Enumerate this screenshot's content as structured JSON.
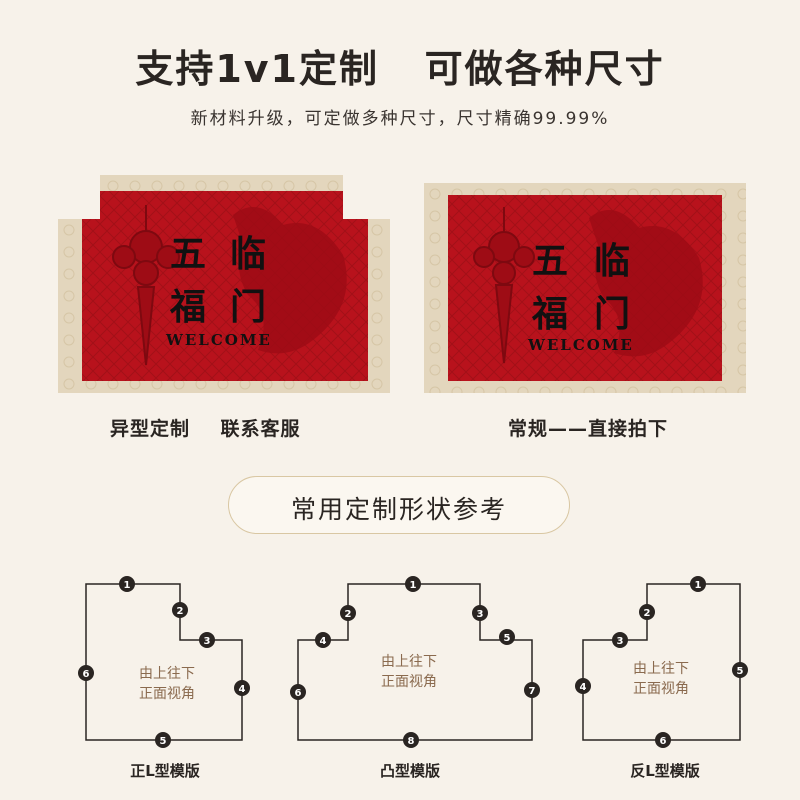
{
  "header": {
    "title": "支持1v1定制   可做各种尺寸",
    "subtitle": "新材料升级，可定做多种尺寸，尺寸精确99.99%"
  },
  "mats": {
    "left": {
      "chars": [
        "五",
        "临",
        "福",
        "门"
      ],
      "welcome": "WELCOME",
      "caption": "异型定制    联系客服"
    },
    "right": {
      "chars": [
        "五",
        "临",
        "福",
        "门"
      ],
      "welcome": "WELCOME",
      "caption": "常规——直接拍下"
    }
  },
  "section": {
    "title": "常用定制形状参考"
  },
  "shapes": [
    {
      "name": "正L型模版",
      "view_line1": "由上往下",
      "view_line2": "正面视角",
      "points": [
        "1",
        "2",
        "3",
        "4",
        "5",
        "6"
      ]
    },
    {
      "name": "凸型模版",
      "view_line1": "由上往下",
      "view_line2": "正面视角",
      "points": [
        "1",
        "2",
        "3",
        "4",
        "5",
        "6",
        "7",
        "8"
      ]
    },
    {
      "name": "反L型模版",
      "view_line1": "由上往下",
      "view_line2": "正面视角",
      "points": [
        "1",
        "2",
        "3",
        "4",
        "5",
        "6"
      ]
    }
  ],
  "colors": {
    "background": "#f7f2ea",
    "mat_red": "#b8121c",
    "border_beige": "#e3d6bd",
    "text_dark": "#2a2522",
    "label_brown": "#8a6a4e"
  }
}
